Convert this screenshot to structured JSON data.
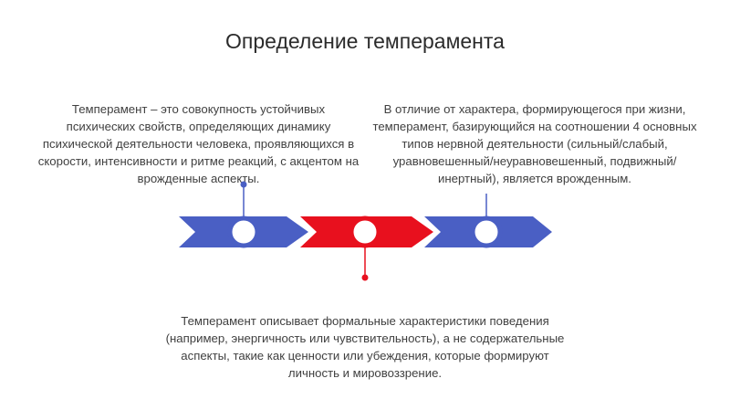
{
  "title": "Определение темперамента",
  "blocks": [
    {
      "text": "Темперамент – это совокупность устойчивых психических свойств, определяющих динамику психической деятельности человека, проявляющихся в скорости, интенсивности и ритме реакций, с акцентом на врожденные аспекты."
    },
    {
      "text": "В отличие от характера, формирующегося при жизни, темперамент, базирующийся на соотношении 4 основных типов нервной деятельности (сильный/слабый, уравновешенный/неуравновешенный, подвижный/инертный), является врожденным."
    },
    {
      "text": "Темперамент описывает формальные характеристики поведения (например, энергичность или чувствительность), а не содержательные аспекты, такие как ценности или убеждения, которые формируют личность и мировоззрение."
    }
  ],
  "colors": {
    "blue": "#4a5fc4",
    "red": "#e8101e"
  }
}
